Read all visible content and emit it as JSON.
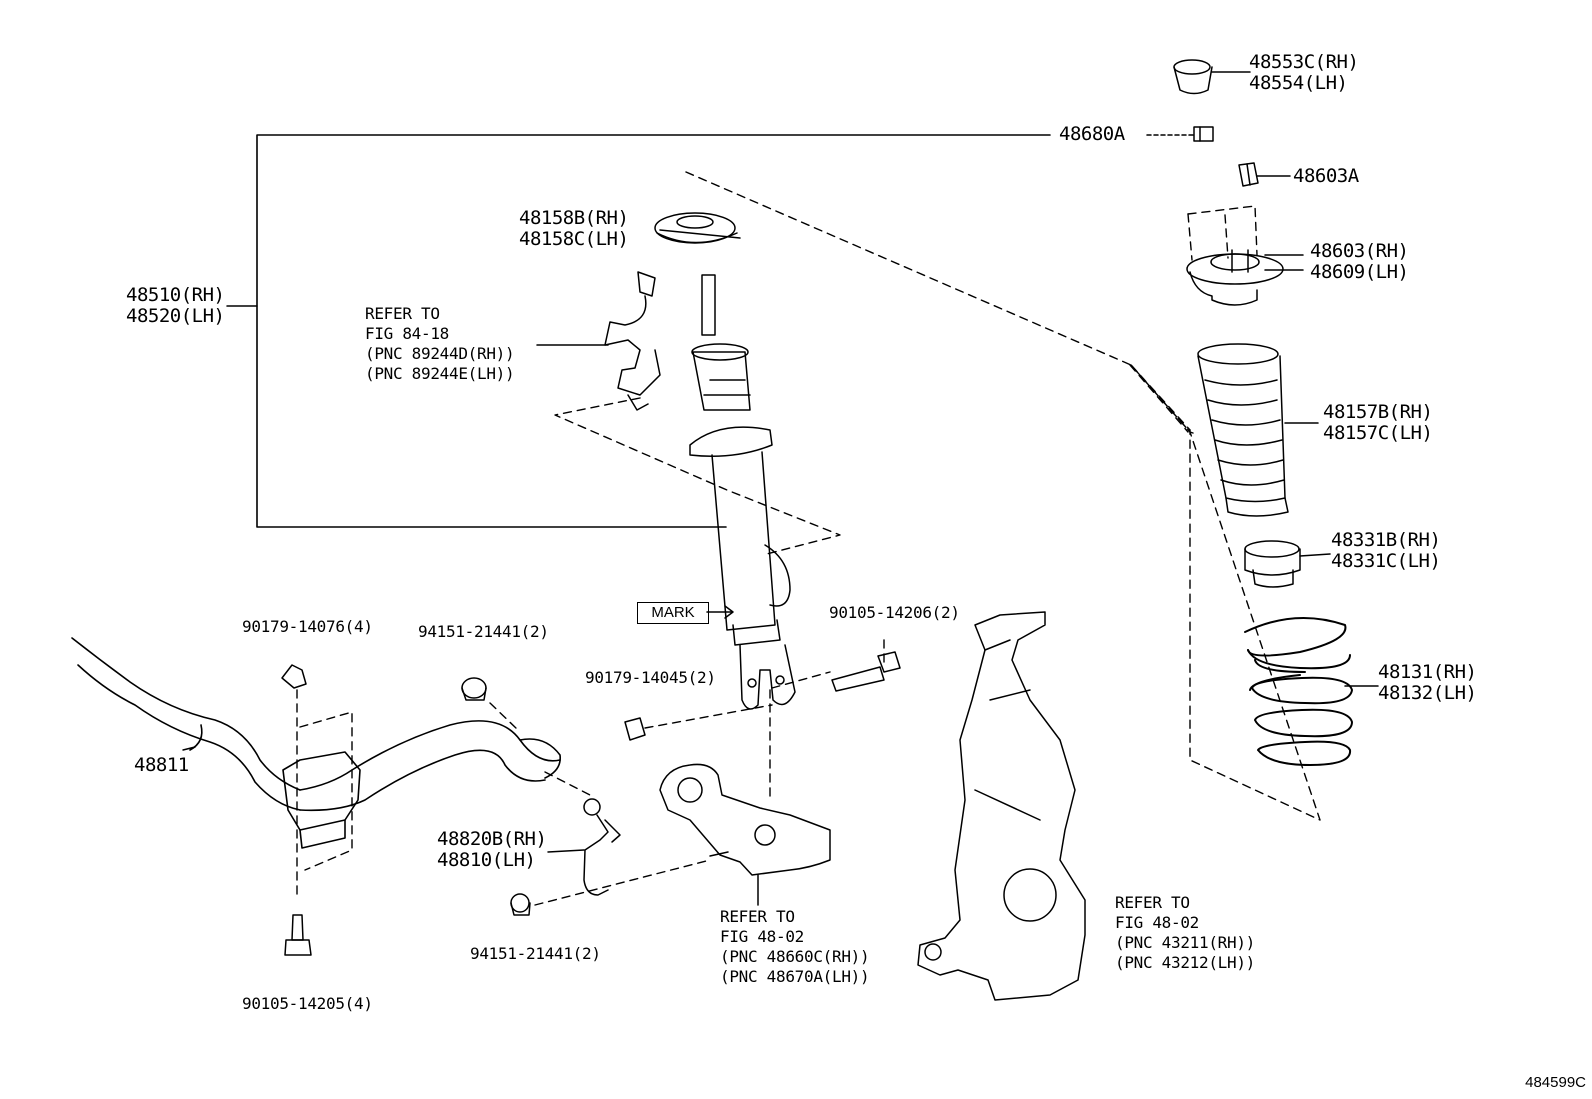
{
  "figure_id": "484599C",
  "mark_label": "MARK",
  "parts": {
    "p48553": [
      "48553C(RH)",
      "48554(LH)"
    ],
    "p48680": [
      "48680A"
    ],
    "p48603a": [
      "48603A"
    ],
    "p48158": [
      "48158B(RH)",
      "48158C(LH)"
    ],
    "p48603": [
      "48603(RH)",
      "48609(LH)"
    ],
    "p48510": [
      "48510(RH)",
      "48520(LH)"
    ],
    "refer_sensor": [
      "REFER TO",
      "FIG 84-18",
      "(PNC 89244D(RH))",
      "(PNC 89244E(LH))"
    ],
    "p48157": [
      "48157B(RH)",
      "48157C(LH)"
    ],
    "p48331": [
      "48331B(RH)",
      "48331C(LH)"
    ],
    "p90105_14206": [
      "90105-14206(2)"
    ],
    "p90179_14076": [
      "90179-14076(4)"
    ],
    "p94151_top": [
      "94151-21441(2)"
    ],
    "p90179_14045": [
      "90179-14045(2)"
    ],
    "p48131": [
      "48131(RH)",
      "48132(LH)"
    ],
    "p48811": [
      "48811"
    ],
    "p48820": [
      "48820B(RH)",
      "48810(LH)"
    ],
    "refer_arm": [
      "REFER TO",
      "FIG 48-02",
      "(PNC 48660C(RH))",
      "(PNC 48670A(LH))"
    ],
    "refer_knuckle": [
      "REFER TO",
      "FIG 48-02",
      "(PNC 43211(RH))",
      "(PNC 43212(LH))"
    ],
    "p94151_bottom": [
      "94151-21441(2)"
    ],
    "p90105_14205": [
      "90105-14205(4)"
    ]
  }
}
